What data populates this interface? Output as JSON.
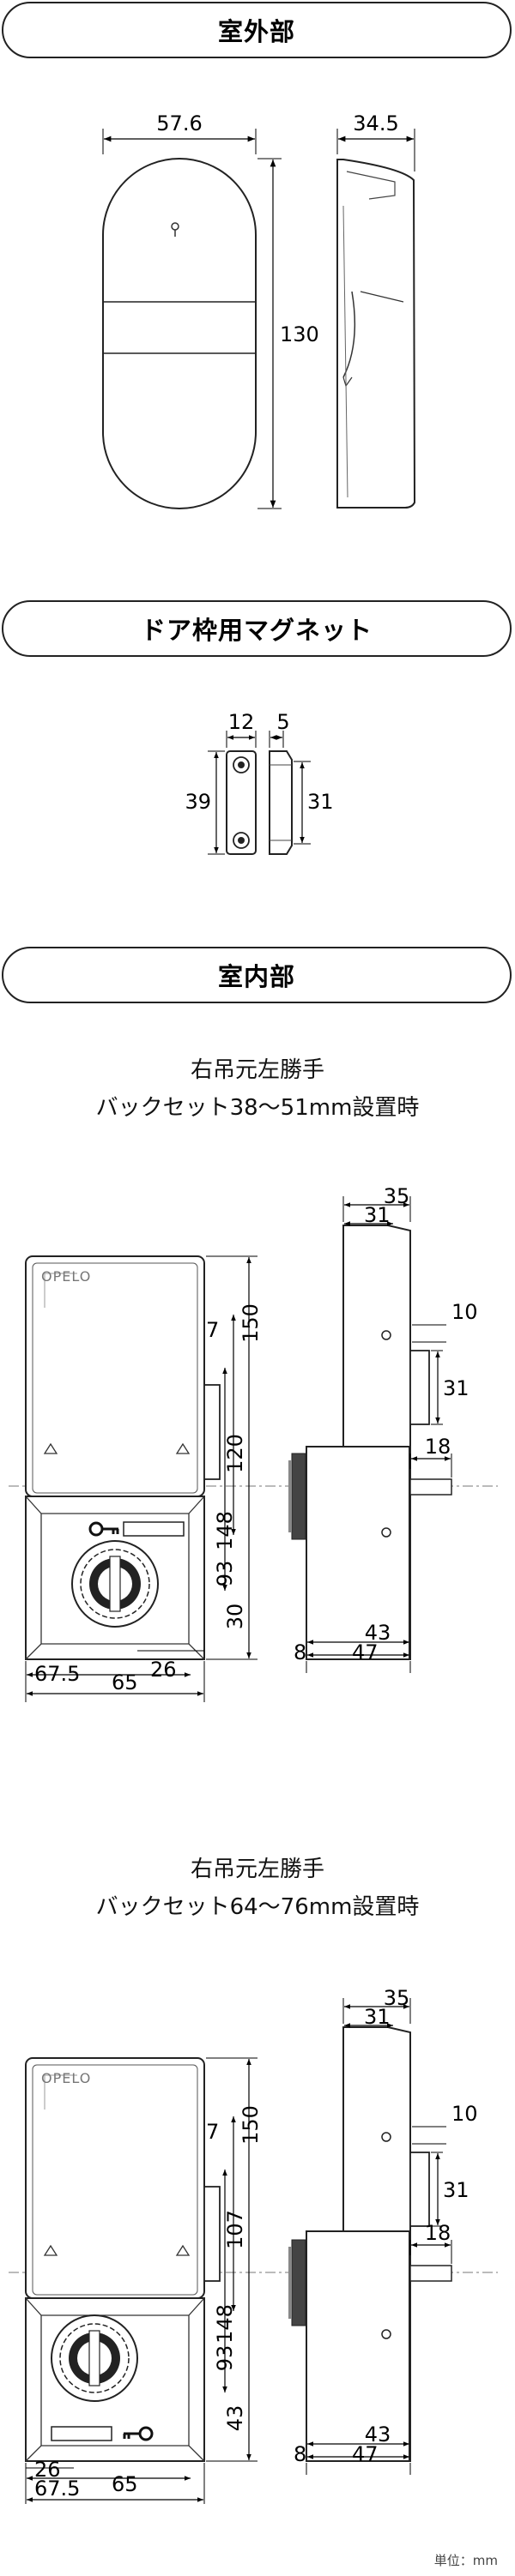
{
  "sections": {
    "exterior": {
      "title": "室外部"
    },
    "magnet": {
      "title": "ドア枠用マグネット"
    },
    "interior": {
      "title": "室内部"
    }
  },
  "exterior_dims": {
    "width": "57.6",
    "depth": "34.5",
    "height": "130"
  },
  "magnet_dims": {
    "w1": "12",
    "w2": "5",
    "h_left": "39",
    "h_right": "31"
  },
  "variant1": {
    "caption_line1": "右吊元左勝手",
    "caption_line2": "バックセット38〜51mm設置時",
    "brand": "OPELO",
    "dims": {
      "d35": "35",
      "d31_top": "31",
      "d10": "10",
      "d150": "150",
      "d120": "120",
      "d7": "7",
      "d148": "148",
      "d93": "93",
      "d30": "30",
      "d26": "26",
      "d65": "65",
      "d67_5": "67.5",
      "d31_side": "31",
      "d18": "18",
      "d8": "8",
      "d43": "43",
      "d47": "47"
    }
  },
  "variant2": {
    "caption_line1": "右吊元左勝手",
    "caption_line2": "バックセット64〜76mm設置時",
    "brand": "OPELO",
    "dims": {
      "d35": "35",
      "d31_top": "31",
      "d10": "10",
      "d150": "150",
      "d107": "107",
      "d7": "7",
      "d148": "148",
      "d93": "93",
      "d43_v": "43",
      "d26": "26",
      "d65": "65",
      "d67_5": "67.5",
      "d31_side": "31",
      "d18": "18",
      "d8": "8",
      "d43": "43",
      "d47": "47"
    }
  },
  "unit_label": "単位：mm"
}
